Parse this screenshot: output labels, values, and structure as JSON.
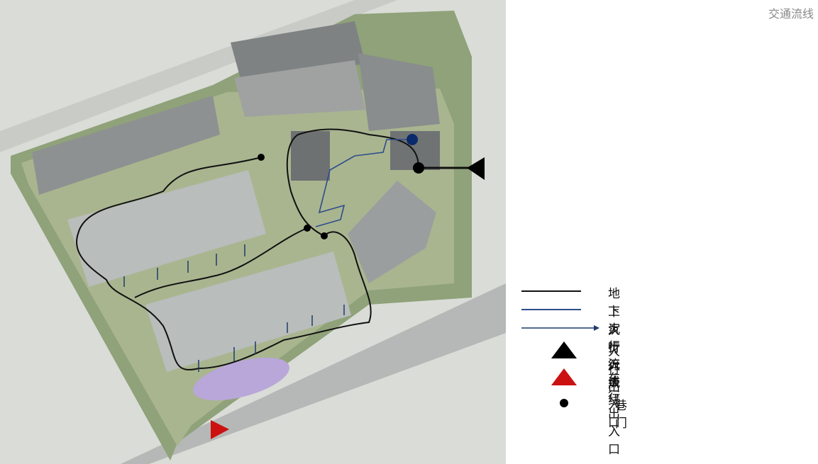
{
  "title": "交通流线",
  "legend": {
    "items": [
      {
        "label": "地上步行流线",
        "kind": "line",
        "color": "#111111"
      },
      {
        "label": "下沉步行流线",
        "kind": "line",
        "color": "#2e4c8c"
      },
      {
        "label": "人行入户",
        "kind": "arrow",
        "color": "#1f3a6b"
      },
      {
        "label": "人行出入口",
        "kind": "triangle",
        "color": "#000000"
      },
      {
        "label": "车行出入口",
        "kind": "triangle",
        "color": "#cc1111"
      },
      {
        "label": "巷门",
        "kind": "dot",
        "color": "#000000"
      }
    ]
  }
}
